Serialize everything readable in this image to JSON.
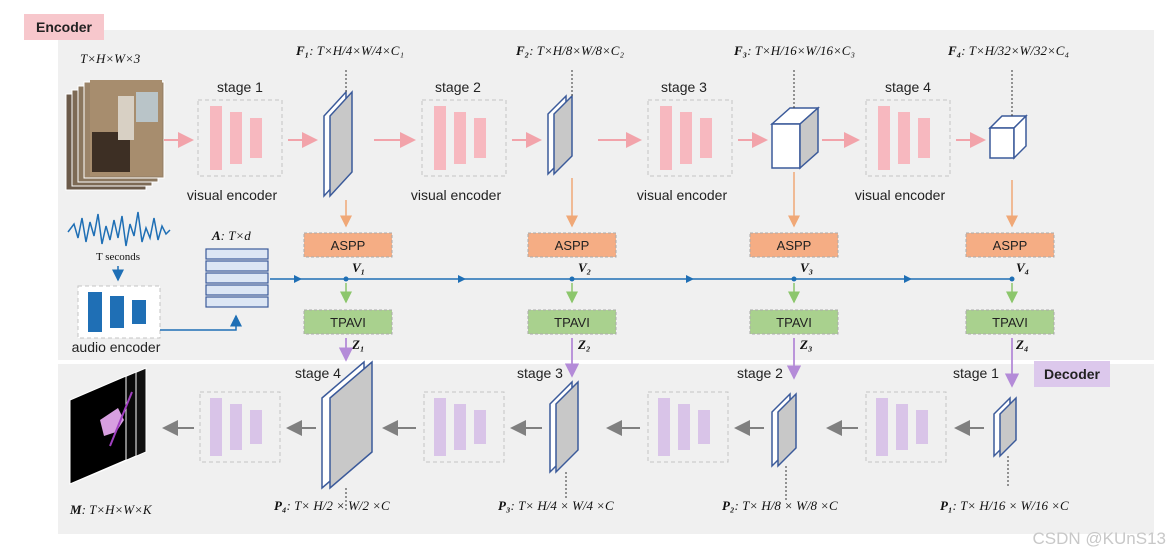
{
  "encoder_tag": "Encoder",
  "decoder_tag": "Decoder",
  "input_video_dims": "T×H×W×3",
  "enc_stage_labels": [
    "stage 1",
    "stage 2",
    "stage 3",
    "stage 4"
  ],
  "visual_encoder_label": "visual encoder",
  "audio_encoder_label": "audio encoder",
  "t_seconds": "T seconds",
  "audio_feature": "A: T×d",
  "feature_labels": [
    {
      "name": "F₁",
      "expr": ": T×H/4×W/4×C₁"
    },
    {
      "name": "F₂",
      "expr": ": T×H/8×W/8×C₂"
    },
    {
      "name": "F₃",
      "expr": ": T×H/16×W/16×C₃"
    },
    {
      "name": "F₄",
      "expr": ": T×H/32×W/32×C₄"
    }
  ],
  "aspp_label": "ASPP",
  "tpavi_label": "TPAVI",
  "v_labels": [
    "V₁",
    "V₂",
    "V₃",
    "V₄"
  ],
  "z_labels": [
    "Z₁",
    "Z₂",
    "Z₃",
    "Z₄"
  ],
  "dec_stage_labels": [
    "stage 4",
    "stage 3",
    "stage 2",
    "stage 1"
  ],
  "p_labels": [
    {
      "name": "P₄",
      "expr": ": T× H/2 × W/2 ×C"
    },
    {
      "name": "P₃",
      "expr": ": T× H/4 × W/4 ×C"
    },
    {
      "name": "P₂",
      "expr": ": T× H/8 × W/8 ×C"
    },
    {
      "name": "P₁",
      "expr": ": T× H/16 × W/16 ×C"
    }
  ],
  "output_label": "M: T×H×W×K",
  "watermark": "CSDN @KUnS13",
  "colors": {
    "encoder_tag": "#f7c7cc",
    "decoder_tag": "#dcc8ec",
    "enc_bars": "#f7b8bf",
    "dec_bars": "#d9c4e8",
    "aspp": "#f5ad84",
    "tpavi": "#a9d18e",
    "flow_arrow": "#1f6fb5",
    "enc_arrow": "#f2a3aa",
    "dec_arrow": "#8a8a8a",
    "z_arrow": "#b48bd8",
    "aspp_arrow": "#f0a877",
    "tpavi_arrow": "#8cc66c"
  }
}
